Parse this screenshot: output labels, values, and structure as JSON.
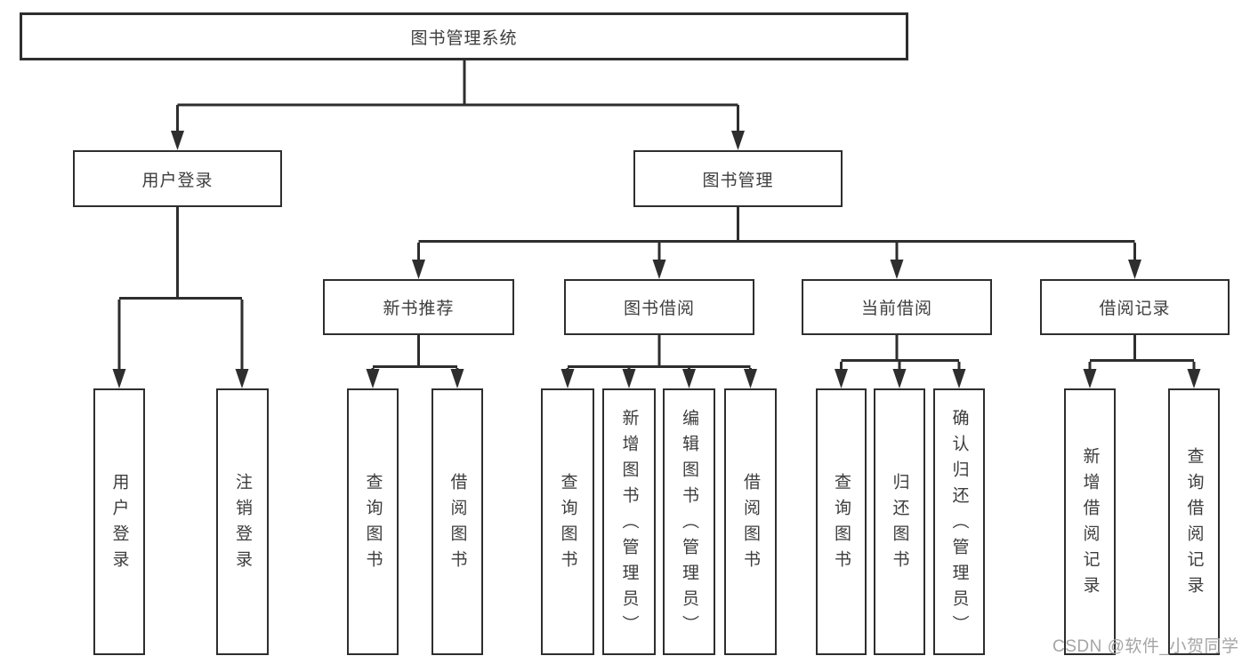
{
  "diagram": {
    "root": {
      "label": "图书管理系统"
    },
    "level1": [
      {
        "label": "用户登录"
      },
      {
        "label": "图书管理"
      }
    ],
    "level2": [
      {
        "label": "新书推荐"
      },
      {
        "label": "图书借阅"
      },
      {
        "label": "当前借阅"
      },
      {
        "label": "借阅记录"
      }
    ],
    "leaves": {
      "user_login": [
        "用户登录",
        "注销登录"
      ],
      "new_book_recommend": [
        "查询图书",
        "借阅图书"
      ],
      "book_borrowing": [
        "查询图书",
        "新增图书（管理员）",
        "编辑图书（管理员）",
        "借阅图书"
      ],
      "current_borrowing": [
        "查询图书",
        "归还图书",
        "确认归还（管理员）"
      ],
      "borrowing_records": [
        "新增借阅记录",
        "查询借阅记录"
      ]
    }
  },
  "watermark": {
    "text": "CSDN @软件_小贺同学"
  },
  "colors": {
    "line": "#2e2e2e",
    "border": "#2e2e2e",
    "text": "#3d3d3d",
    "watermark": "#a5a5a5",
    "background": "#ffffff"
  }
}
